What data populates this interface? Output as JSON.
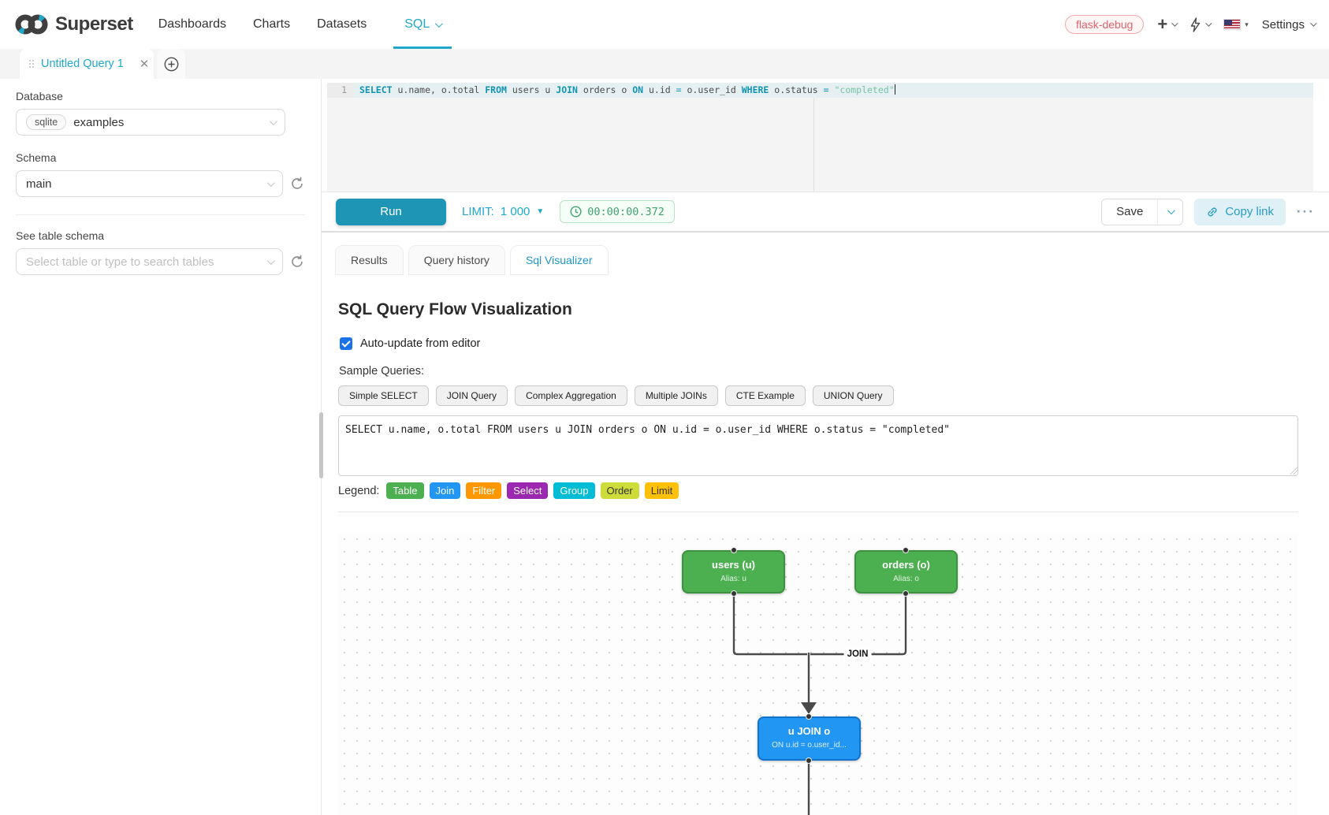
{
  "nav": {
    "brand": "Superset",
    "items": [
      "Dashboards",
      "Charts",
      "Datasets",
      "SQL"
    ],
    "active_item": "SQL",
    "env_badge": "flask-debug",
    "settings_label": "Settings",
    "accent_color": "#20a7c9"
  },
  "tabbar": {
    "tab_title": "Untitled Query 1"
  },
  "sidebar": {
    "database_label": "Database",
    "database_engine": "sqlite",
    "database_value": "examples",
    "schema_label": "Schema",
    "schema_value": "main",
    "table_label": "See table schema",
    "table_placeholder": "Select table or type to search tables"
  },
  "editor": {
    "line_number": "1",
    "tokens": [
      {
        "c": "kw",
        "v": "SELECT"
      },
      {
        "c": "txt",
        "v": " u.name, o.total "
      },
      {
        "c": "kw",
        "v": "FROM"
      },
      {
        "c": "txt",
        "v": " users u "
      },
      {
        "c": "kw",
        "v": "JOIN"
      },
      {
        "c": "txt",
        "v": " orders o "
      },
      {
        "c": "kw",
        "v": "ON"
      },
      {
        "c": "txt",
        "v": " u.id "
      },
      {
        "c": "op",
        "v": "="
      },
      {
        "c": "txt",
        "v": " o.user_id "
      },
      {
        "c": "kw",
        "v": "WHERE"
      },
      {
        "c": "txt",
        "v": " o.status "
      },
      {
        "c": "op",
        "v": "="
      },
      {
        "c": "str",
        "v": " \"completed\""
      }
    ],
    "colors": {
      "keyword": "#1093b3",
      "string": "#74c3a4",
      "text": "#4b4b4b",
      "active_line_bg": "#e6f0f3"
    }
  },
  "toolbar": {
    "run_label": "Run",
    "limit_label": "LIMIT:",
    "limit_value": "1 000",
    "timer": "00:00:00.372",
    "timer_color": "#41a36d",
    "save_label": "Save",
    "copy_link_label": "Copy link",
    "more_label": "···"
  },
  "south": {
    "tabs": [
      "Results",
      "Query history",
      "Sql Visualizer"
    ],
    "active_tab": "Sql Visualizer",
    "title": "SQL Query Flow Visualization",
    "auto_update_label": "Auto-update from editor",
    "auto_update_checked": true,
    "sample_queries_label": "Sample Queries:",
    "sample_buttons": [
      "Simple SELECT",
      "JOIN Query",
      "Complex Aggregation",
      "Multiple JOINs",
      "CTE Example",
      "UNION Query"
    ],
    "sql_text": "SELECT u.name, o.total FROM users u JOIN orders o ON u.id = o.user_id WHERE o.status = \"completed\"",
    "legend_label": "Legend:",
    "legend": [
      {
        "label": "Table",
        "color": "#4caf50",
        "text_color": "#ffffff"
      },
      {
        "label": "Join",
        "color": "#2196f3",
        "text_color": "#ffffff"
      },
      {
        "label": "Filter",
        "color": "#ff9800",
        "text_color": "#ffffff"
      },
      {
        "label": "Select",
        "color": "#9c27b0",
        "text_color": "#ffffff"
      },
      {
        "label": "Group",
        "color": "#00bcd4",
        "text_color": "#ffffff"
      },
      {
        "label": "Order",
        "color": "#cddc39",
        "text_color": "#333333"
      },
      {
        "label": "Limit",
        "color": "#ffc107",
        "text_color": "#333333"
      }
    ]
  },
  "flow": {
    "nodes": [
      {
        "id": "users",
        "title": "users (u)",
        "subtitle": "Alias: u",
        "color": "#4caf50",
        "border": "#3d9140"
      },
      {
        "id": "orders",
        "title": "orders (o)",
        "subtitle": "Alias: o",
        "color": "#4caf50",
        "border": "#3d9140"
      },
      {
        "id": "join",
        "title": "u JOIN o",
        "subtitle": "ON u.id = o.user_id...",
        "color": "#2196f3",
        "border": "#1273cf"
      }
    ],
    "edge_label": "JOIN",
    "edge_color": "#4a4a4a"
  },
  "icons": [
    "superset-logo",
    "chevron-down",
    "plus",
    "lightning",
    "us-flag",
    "check-circle",
    "close",
    "plus-circle",
    "refresh",
    "clock",
    "link",
    "drag-handle"
  ]
}
